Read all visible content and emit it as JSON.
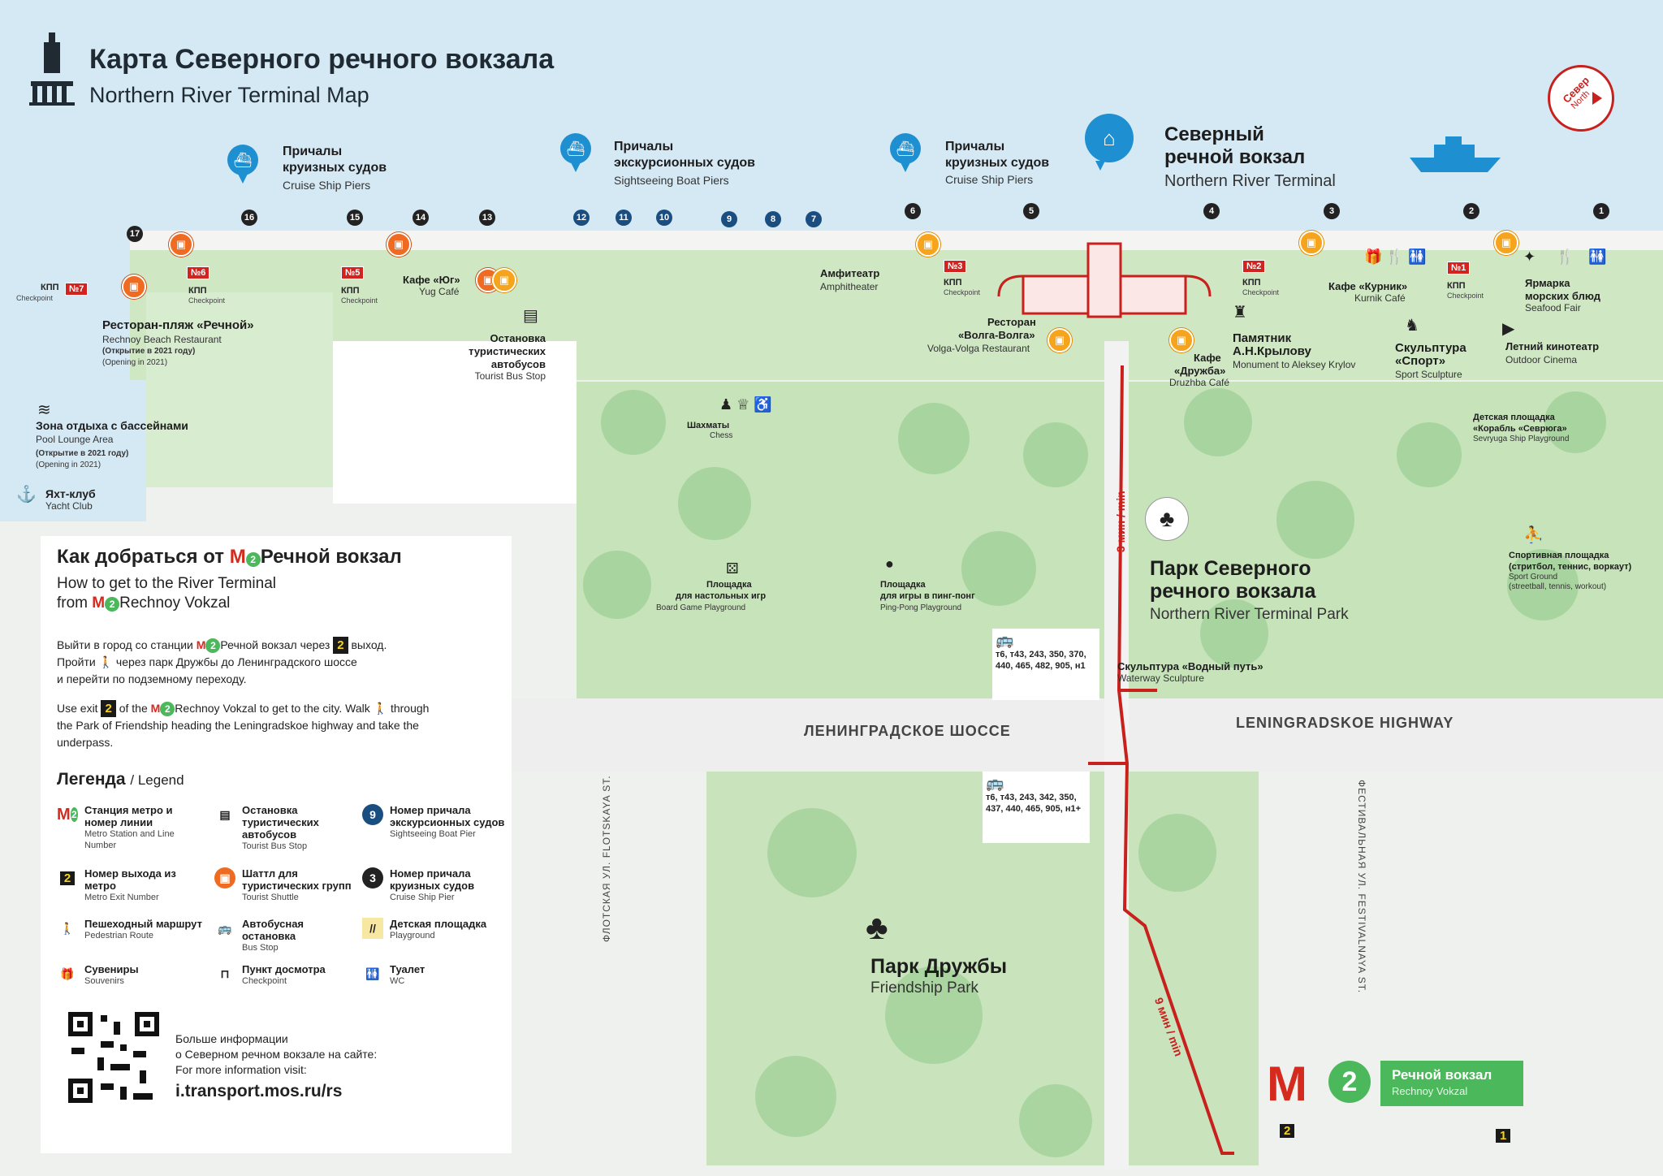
{
  "header": {
    "title_ru": "Карта Северного речного вокзала",
    "title_en": "Northern River Terminal Map",
    "compass_ru": "Север",
    "compass_en": "North"
  },
  "piers": [
    {
      "ru1": "Причалы",
      "ru2": "круизных судов",
      "en": "Cruise Ship Piers"
    },
    {
      "ru1": "Причалы",
      "ru2": "экскурсионных судов",
      "en": "Sightseeing Boat Piers"
    },
    {
      "ru1": "Причалы",
      "ru2": "круизных судов",
      "en": "Cruise Ship Piers"
    }
  ],
  "terminal": {
    "ru1": "Северный",
    "ru2": "речной вокзал",
    "en": "Northern River Terminal"
  },
  "pier_numbers": [
    "17",
    "16",
    "15",
    "14",
    "13",
    "12",
    "11",
    "10",
    "9",
    "8",
    "7",
    "6",
    "5",
    "4",
    "3",
    "2",
    "1"
  ],
  "checkpoints": [
    {
      "badge": "№7",
      "ru": "КПП",
      "en": "Checkpoint"
    },
    {
      "badge": "№6",
      "ru": "КПП",
      "en": "Checkpoint"
    },
    {
      "badge": "№5",
      "ru": "КПП",
      "en": "Checkpoint"
    },
    {
      "badge": "№3",
      "ru": "КПП",
      "en": "Checkpoint"
    },
    {
      "badge": "№2",
      "ru": "КПП",
      "en": "Checkpoint"
    },
    {
      "badge": "№1",
      "ru": "КПП",
      "en": "Checkpoint"
    }
  ],
  "places": {
    "rechnoy_beach": {
      "ru": "Ресторан-пляж «Речной»",
      "en": "Rechnoy Beach Restaurant",
      "note_ru": "(Открытие в 2021 году)",
      "note_en": "(Opening in 2021)"
    },
    "pool": {
      "ru": "Зона отдыха с бассейнами",
      "en": "Pool Lounge Area",
      "note_ru": "(Открытие в 2021 году)",
      "note_en": "(Opening in 2021)"
    },
    "yacht": {
      "ru": "Яхт-клуб",
      "en": "Yacht Club"
    },
    "yug": {
      "ru": "Кафе «Юг»",
      "en": "Yug Café"
    },
    "tour_bus": {
      "ru1": "Остановка",
      "ru2": "туристических",
      "ru3": "автобусов",
      "en": "Tourist Bus Stop"
    },
    "amphi": {
      "ru": "Амфитеатр",
      "en": "Amphitheater"
    },
    "volga": {
      "ru1": "Ресторан",
      "ru2": "«Волга-Волга»",
      "en": "Volga-Volga Restaurant"
    },
    "druzhba": {
      "ru1": "Кафе",
      "ru2": "«Дружба»",
      "en": "Druzhba Café"
    },
    "krylov": {
      "ru1": "Памятник",
      "ru2": "А.Н.Крылову",
      "en": "Monument to Aleksey Krylov"
    },
    "kurnik": {
      "ru": "Кафе «Курник»",
      "en": "Kurnik Café"
    },
    "sport": {
      "ru1": "Скульптура",
      "ru2": "«Спорт»",
      "en": "Sport Sculpture"
    },
    "seafood": {
      "ru1": "Ярмарка",
      "ru2": "морских блюд",
      "en": "Seafood Fair"
    },
    "cinema": {
      "ru": "Летний кинотеатр",
      "en": "Outdoor Cinema"
    },
    "chess": {
      "ru": "Шахматы",
      "en": "Chess"
    },
    "sevryuga": {
      "ru1": "Детская площадка",
      "ru2": "«Корабль «Севрюга»",
      "en": "Sevryuga Ship Playground"
    },
    "sportground": {
      "ru1": "Спортивная площадка",
      "ru2": "(стритбол, теннис, воркаут)",
      "en1": "Sport Ground",
      "en2": "(streetball, tennis, workout)"
    },
    "boardgame": {
      "ru1": "Площадка",
      "ru2": "для настольных игр",
      "en": "Board Game Playground"
    },
    "pingpong": {
      "ru1": "Площадка",
      "ru2": "для игры в пинг-понг",
      "en": "Ping-Pong Playground"
    },
    "waterway": {
      "ru": "Скульптура «Водный путь»",
      "en": "Waterway Sculpture"
    }
  },
  "parks": {
    "north_ru1": "Парк Северного",
    "north_ru2": "речного вокзала",
    "north_en": "Northern River Terminal Park",
    "friend_ru": "Парк Дружбы",
    "friend_en": "Friendship Park"
  },
  "roads": {
    "leningradskoe_ru": "ЛЕНИНГРАДСКОЕ ШОССЕ",
    "leningradskoe_en": "LENINGRADSKOE HIGHWAY",
    "flotskaya": "ФЛОТСКАЯ УЛ.   FLOTSKAYA ST.",
    "festivalnaya": "ФЕСТИВАЛЬНАЯ УЛ.   FESTIVALNAYA ST."
  },
  "walk": {
    "short": "3 мин / min",
    "long": "9 мин / min"
  },
  "bus_stops": {
    "north": "т6, т43, 243, 350, 370, 440, 465, 482, 905, н1",
    "south": "т6, т43, 243, 342, 350, 437, 440, 465, 905, н1+"
  },
  "metro": {
    "line": "2",
    "name_ru": "Речной вокзал",
    "name_en": "Rechnoy Vokzal",
    "exit2": "2",
    "exit1": "1"
  },
  "howto": {
    "title_ru_a": "Как добраться от",
    "title_ru_b": "Речной вокзал",
    "title_en_a": "How to get to the River Terminal",
    "title_en_b": "from",
    "title_en_c": "Rechnoy Vokzal",
    "ru_p1": "Выйти в город со станции",
    "ru_p2": "Речной вокзал через",
    "ru_p3": "выход.",
    "ru_p4": "Пройти",
    "ru_p5": "через парк Дружбы до Ленинградского шоссе",
    "ru_p6": "и перейти по подземному переходу.",
    "en_p1": "Use exit",
    "en_p2": "of the",
    "en_p3": "Rechnoy Vokzal to get to the city. Walk",
    "en_p4": "through",
    "en_p5": "the Park of Friendship heading the Leningradskoe highway and take the",
    "en_p6": "underpass."
  },
  "legend": {
    "title_ru": "Легенда",
    "title_en": "/ Legend",
    "items": [
      {
        "ru": "Станция метро и номер линии",
        "en": "Metro Station and Line Number"
      },
      {
        "ru": "Остановка туристических автобусов",
        "en": "Tourist Bus Stop"
      },
      {
        "ru": "Номер причала экскурсионных судов",
        "en": "Sightseeing Boat Pier"
      },
      {
        "ru": "Номер выхода из метро",
        "en": "Metro Exit Number"
      },
      {
        "ru": "Шаттл для туристических групп",
        "en": "Tourist Shuttle"
      },
      {
        "ru": "Номер причала круизных судов",
        "en": "Cruise Ship Pier"
      },
      {
        "ru": "Пешеходный маршрут",
        "en": "Pedestrian Route"
      },
      {
        "ru": "Автобусная остановка",
        "en": "Bus Stop"
      },
      {
        "ru": "Детская площадка",
        "en": "Playground"
      },
      {
        "ru": "Сувениры",
        "en": "Souvenirs"
      },
      {
        "ru": "Пункт досмотра",
        "en": "Checkpoint"
      },
      {
        "ru": "Туалет",
        "en": "WC"
      }
    ]
  },
  "info": {
    "ru1": "Больше информации",
    "ru2": "о Северном речном вокзале на сайте:",
    "en": "For more information visit:",
    "url": "i.transport.mos.ru/rs"
  },
  "colors": {
    "water": "#cfe6f3",
    "park": "#b9dcae",
    "route": "#c8201d",
    "pier_blue": "#1e8fd1",
    "metro_green": "#4cb85c",
    "metro_red": "#d52b1e"
  }
}
